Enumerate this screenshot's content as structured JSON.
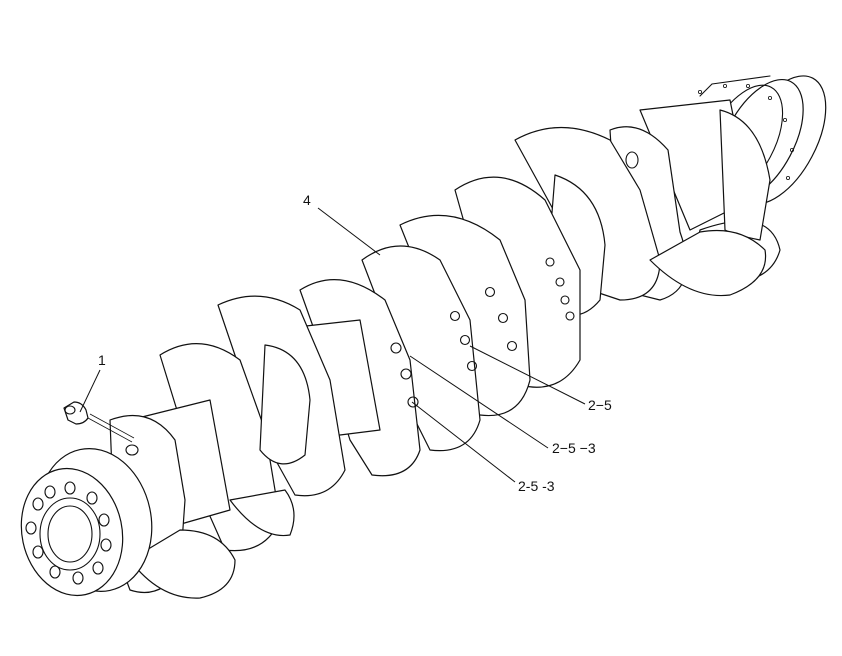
{
  "callouts": {
    "c1": "1",
    "c4": "4",
    "c25": "2−5",
    "c253a": "2−5 −3",
    "c253b": "2-5  -3"
  },
  "colors": {
    "line": "#111111",
    "background": "#ffffff"
  }
}
